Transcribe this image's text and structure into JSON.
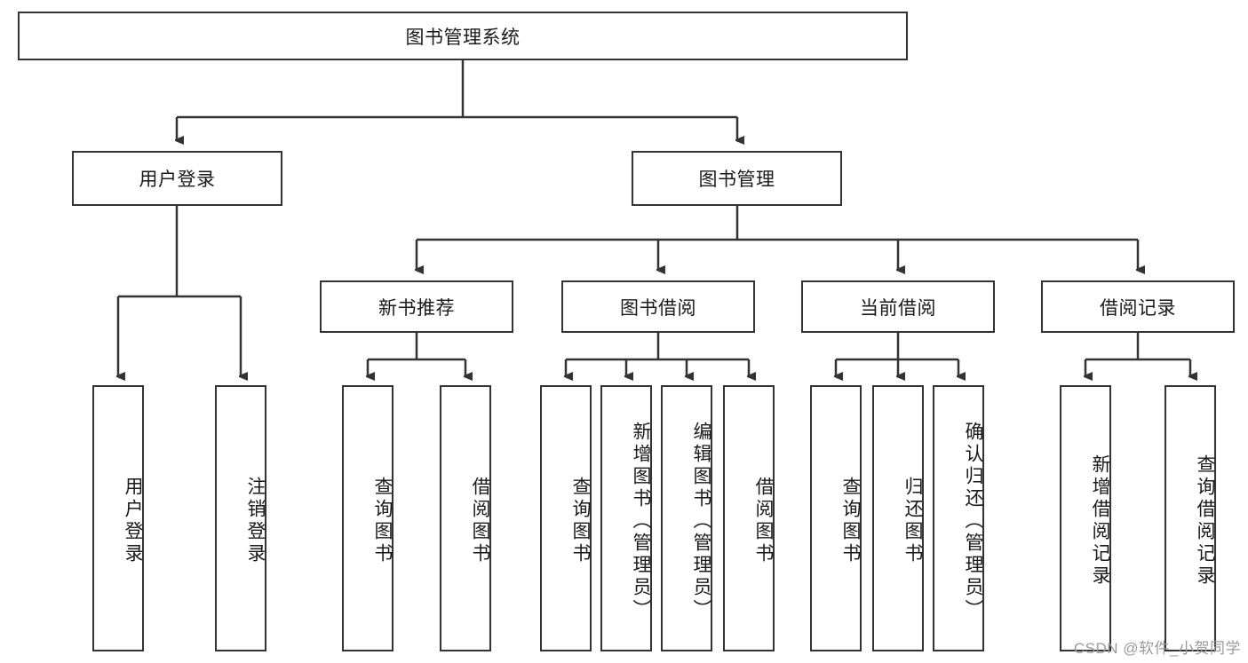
{
  "diagram": {
    "title_node": {
      "label": "图书管理系统"
    },
    "level1": [
      {
        "label": "用户登录"
      },
      {
        "label": "图书管理"
      }
    ],
    "level2": [
      {
        "label": "新书推荐"
      },
      {
        "label": "图书借阅"
      },
      {
        "label": "当前借阅"
      },
      {
        "label": "借阅记录"
      }
    ],
    "leaves": {
      "user_login": [
        {
          "label": "用户登录"
        },
        {
          "label": "注销登录"
        }
      ],
      "new_book_recommend": [
        {
          "label": "查询图书"
        },
        {
          "label": "借阅图书"
        }
      ],
      "book_borrow": [
        {
          "label": "查询图书"
        },
        {
          "label": "新增图书（管理员）"
        },
        {
          "label": "编辑图书（管理员）"
        },
        {
          "label": "借阅图书"
        }
      ],
      "current_borrow": [
        {
          "label": "查询图书"
        },
        {
          "label": "归还图书"
        },
        {
          "label": "确认归还（管理员）"
        }
      ],
      "borrow_record": [
        {
          "label": "新增借阅记录"
        },
        {
          "label": "查询借阅记录"
        }
      ]
    },
    "watermark": "CSDN @软件_小贺同学",
    "colors": {
      "stroke": "#333333",
      "background": "#ffffff",
      "text": "#1a1a1a",
      "watermark": "#9a9a9a"
    }
  }
}
